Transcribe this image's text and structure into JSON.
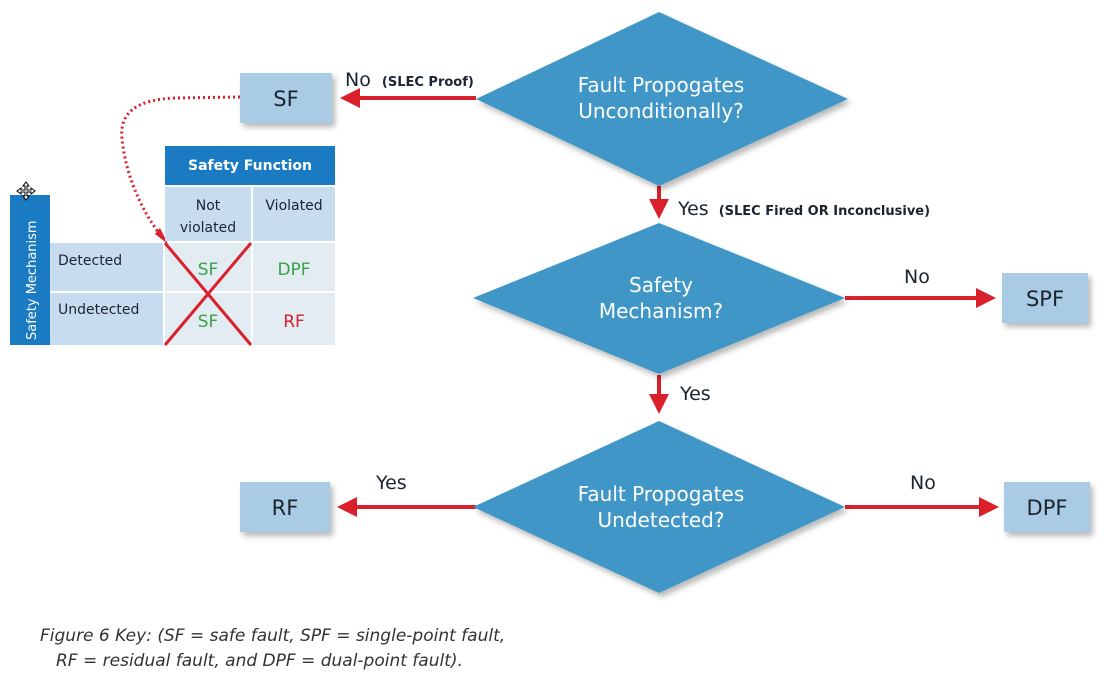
{
  "flow": {
    "diamond1": {
      "line1": "Fault Propogates",
      "line2": "Unconditionally?"
    },
    "diamond2": {
      "line1": "Safety",
      "line2": "Mechanism?"
    },
    "diamond3": {
      "line1": "Fault Propogates",
      "line2": "Undetected?"
    },
    "box_sf": "SF",
    "box_spf": "SPF",
    "box_rf": "RF",
    "box_dpf": "DPF",
    "edge1": {
      "main": "No",
      "sub": "(SLEC Proof)"
    },
    "edge2": {
      "main": "Yes",
      "sub": "(SLEC Fired OR Inconclusive)"
    },
    "edge3": "No",
    "edge4": "Yes",
    "edge5": "Yes",
    "edge6": "No"
  },
  "matrix": {
    "header": "Safety Function",
    "row_axis_label": "Safety Mechanism",
    "col_not_violated": {
      "line1": "Not",
      "line2": "violated"
    },
    "col_violated": "Violated",
    "row_detected": "Detected",
    "row_undetected": "Undetected",
    "cell_det_notviol": "SF",
    "cell_det_viol": "DPF",
    "cell_undet_notviol": "SF",
    "cell_undet_viol": "RF"
  },
  "caption": {
    "line1": "Figure 6 Key: (SF = safe fault, SPF = single-point fault,",
    "line2": "RF = residual fault, and DPF = dual-point fault)."
  },
  "colors": {
    "diamond": "#4097c7",
    "box": "#a9cbe4",
    "arrow": "#d9202b",
    "header": "#1a7bc3",
    "cell": "#c7dcef",
    "cross_cell": "#e3ebf3",
    "green_text": "#3aa047",
    "red_text": "#d9202b"
  }
}
